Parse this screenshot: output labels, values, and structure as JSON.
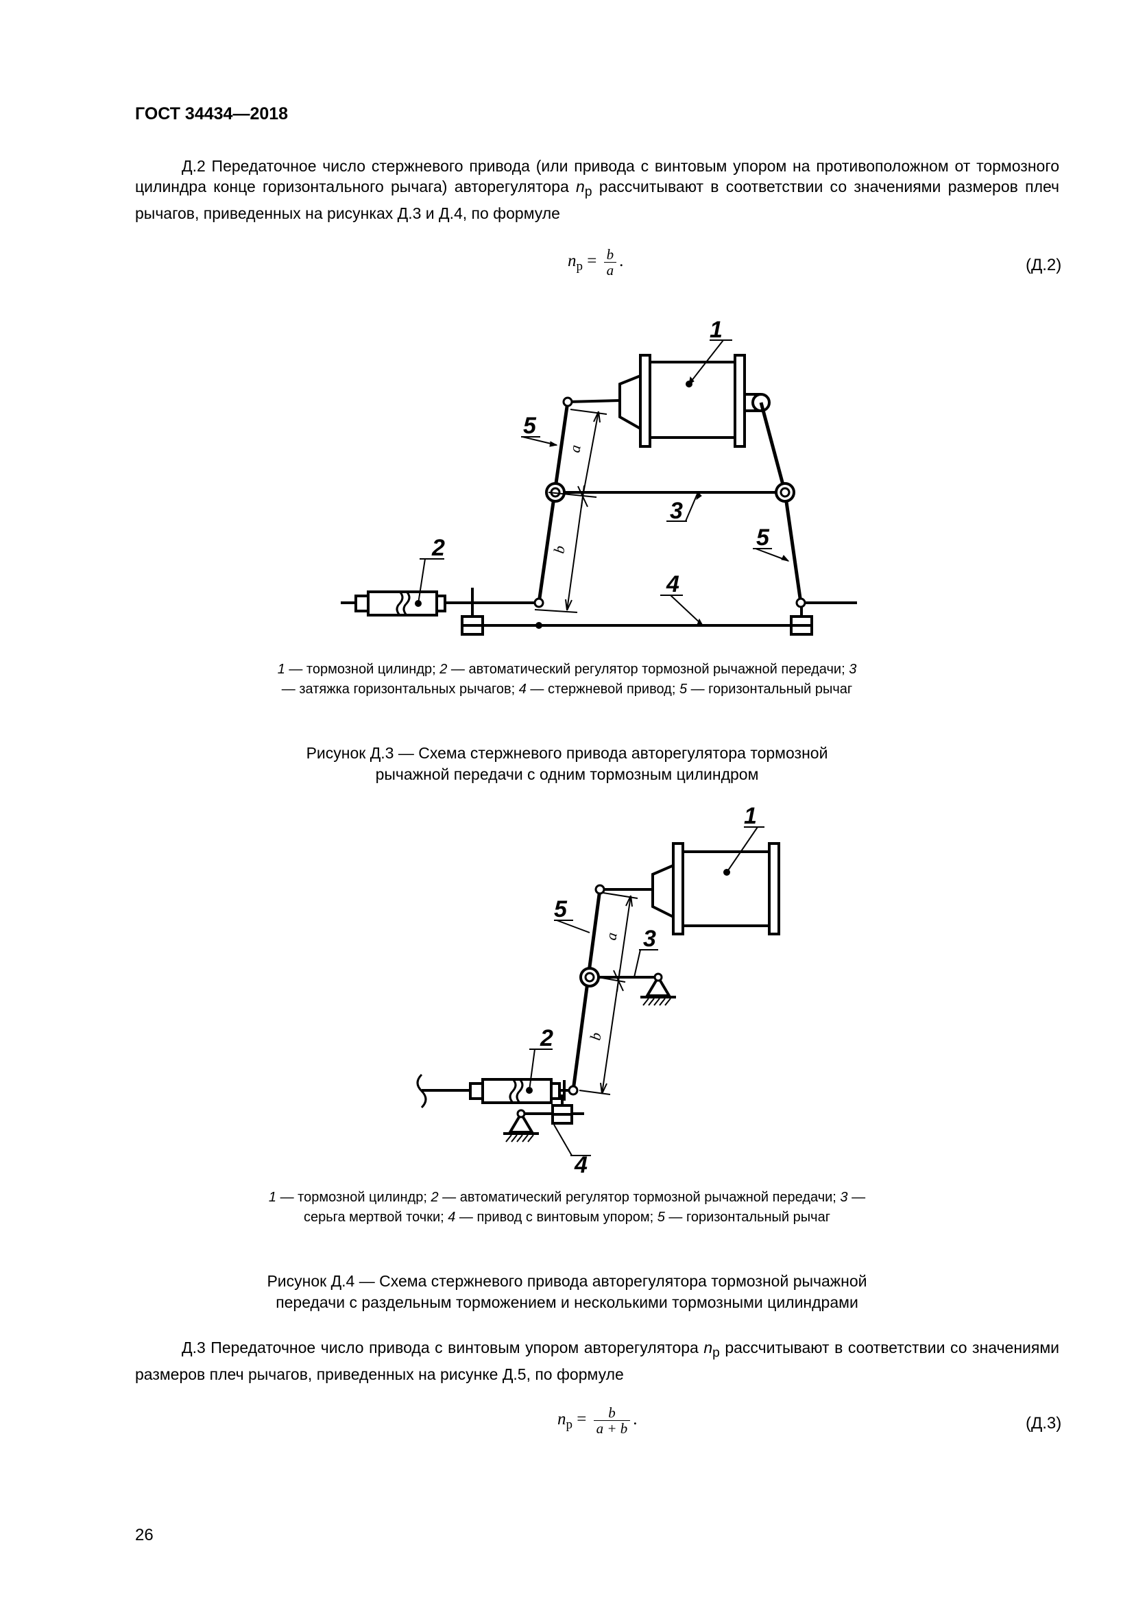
{
  "header": {
    "standard": "ГОСТ 34434—2018"
  },
  "para_d2": {
    "text": "Д.2 Передаточное число стержневого привода (или привода с винтовым упором на противоположном от тормозного цилиндра конце горизонтального рычага) авторегулятора ",
    "symbol": "n",
    "subscript": "р",
    "text_after": " рассчитывают в соответствии со значениями размеров плеч рычагов, приведенных на рисунках Д.3 и Д.4, по формуле"
  },
  "formula_d2": {
    "lhs": "n",
    "lhs_sub": "р",
    "numerator": "b",
    "denominator": "a",
    "number": "(Д.2)"
  },
  "figure_d3": {
    "labels": [
      "1",
      "2",
      "3",
      "4",
      "5",
      "5"
    ],
    "dim_a": "a",
    "dim_b": "b",
    "legend": [
      {
        "num": "1",
        "text": " — тормозной цилиндр; "
      },
      {
        "num": "2",
        "text": " — автоматический регулятор тормозной рычажной передачи; "
      },
      {
        "num": "3",
        "text": " — затяжка горизонтальных рычагов; "
      },
      {
        "num": "4",
        "text": " — стержневой привод; "
      },
      {
        "num": "5",
        "text": " — горизонтальный рычаг"
      }
    ],
    "title_line1": "Рисунок Д.3 — Схема стержневого привода авторегулятора тормозной",
    "title_line2": "рычажной передачи с одним тормозным цилиндром"
  },
  "figure_d4": {
    "labels": [
      "1",
      "2",
      "3",
      "4",
      "5"
    ],
    "dim_a": "a",
    "dim_b": "b",
    "legend": [
      {
        "num": "1",
        "text": " — тормозной цилиндр; "
      },
      {
        "num": "2",
        "text": " — автоматический регулятор тормозной рычажной передачи; "
      },
      {
        "num": "3",
        "text": " — серьга мертвой точки; "
      },
      {
        "num": "4",
        "text": " — привод с винтовым упором; "
      },
      {
        "num": "5",
        "text": " — горизонтальный рычаг"
      }
    ],
    "title_line1": "Рисунок Д.4 — Схема стержневого привода авторегулятора тормозной рычажной",
    "title_line2": "передачи с раздельным торможением и несколькими тормозными цилиндрами"
  },
  "para_d3": {
    "text": "Д.3 Передаточное число привода с винтовым упором авторегулятора ",
    "symbol": "n",
    "subscript": "р",
    "text_after": " рассчитывают в соответствии со значениями размеров плеч рычагов, приведенных на рисунке Д.5, по формуле"
  },
  "formula_d3": {
    "lhs": "n",
    "lhs_sub": "р",
    "numerator": "b",
    "denominator": "a + b",
    "number": "(Д.3)"
  },
  "page_number": "26"
}
